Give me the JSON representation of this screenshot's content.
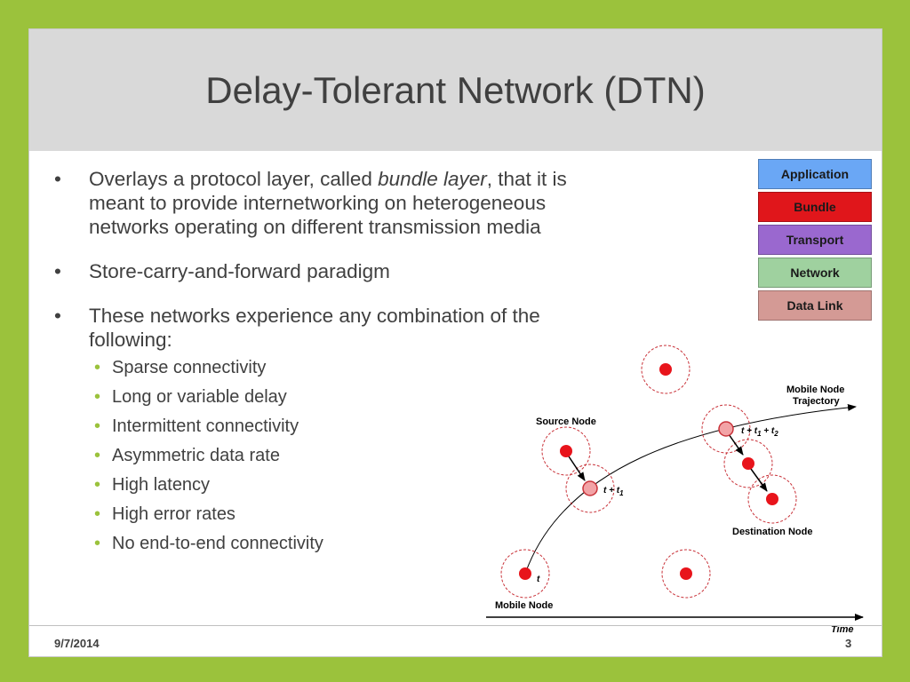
{
  "slide": {
    "title": "Delay-Tolerant Network (DTN)",
    "bullets": [
      {
        "before": "Overlays a protocol layer, called ",
        "emph": "bundle layer",
        "after": ", that it is meant to provide internetworking on heterogeneous networks operating on different transmission media"
      },
      {
        "text": "Store-carry-and-forward paradigm"
      },
      {
        "text": "These networks experience any combination of the following:"
      }
    ],
    "sub_bullets": [
      "Sparse connectivity",
      "Long or variable delay",
      "Intermittent connectivity",
      "Asymmetric data rate",
      "High latency",
      "High error rates",
      "No end-to-end connectivity"
    ],
    "footer": {
      "date": "9/7/2014",
      "page": "3"
    }
  },
  "layers": [
    {
      "label": "Application",
      "color": "#6aa7f5"
    },
    {
      "label": "Bundle",
      "color": "#e0161b"
    },
    {
      "label": "Transport",
      "color": "#9a68cf"
    },
    {
      "label": "Network",
      "color": "#9fd19f"
    },
    {
      "label": "Data Link",
      "color": "#d49a95"
    }
  ],
  "diagram": {
    "labels": {
      "source": "Source Node",
      "destination": "Destination Node",
      "mobile_node": "Mobile Node",
      "trajectory_line1": "Mobile Node",
      "trajectory_line2": "Trajectory",
      "time_axis": "Time",
      "t": "t",
      "t1": "t + t",
      "t1_sub": "1",
      "t2": "t + t",
      "t2_sub1": "1",
      "t2_mid": " + t",
      "t2_sub2": "2"
    },
    "colors": {
      "node": "#e8141b",
      "mobile": "#f2a3a6",
      "ring": "#c9333a"
    }
  }
}
